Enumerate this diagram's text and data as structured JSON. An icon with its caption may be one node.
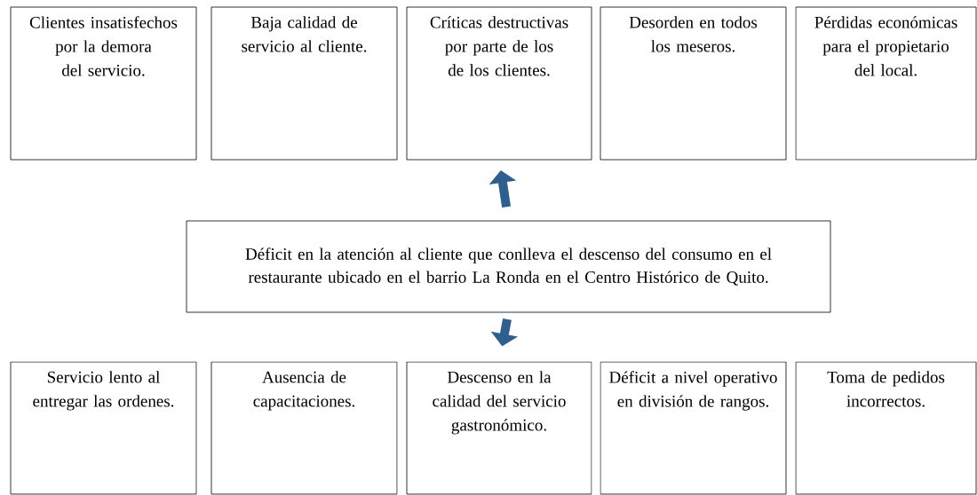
{
  "diagram": {
    "nodes": [
      {
        "text": [
          "Clientes insatisfechos por la demora del servicio."
        ]
      },
      {
        "text": [
          "Baja calidad de servicio al cliente."
        ]
      },
      {
        "text": [
          "Críticas destructivas por parte de los de los clientes."
        ]
      },
      {
        "text": [
          "Desorden en todos los meseros."
        ]
      },
      {
        "text": [
          "Pérdidas económicas para el propietario del local."
        ]
      },
      {
        "text": [
          "Déficit en la atención al cliente que conlleva el descenso del consumo en el restaurante ubicado en el barrio La Ronda en el Centro Histórico de Quito."
        ]
      },
      {
        "text": [
          "Servicio lento al entregar las ordenes."
        ]
      },
      {
        "text": [
          "Ausencia de capacitaciones."
        ]
      },
      {
        "text": [
          "Descenso en la calidad del servicio gastronómico."
        ]
      },
      {
        "text": [
          "Déficit a nivel operativo en división de rangos."
        ]
      },
      {
        "text": [
          "Toma de pedidos incorrectos."
        ]
      }
    ],
    "edges": [
      {
        "from": 5,
        "to": 2,
        "arrow": "to"
      },
      {
        "from": 5,
        "to": 8,
        "arrow": "to"
      }
    ]
  }
}
